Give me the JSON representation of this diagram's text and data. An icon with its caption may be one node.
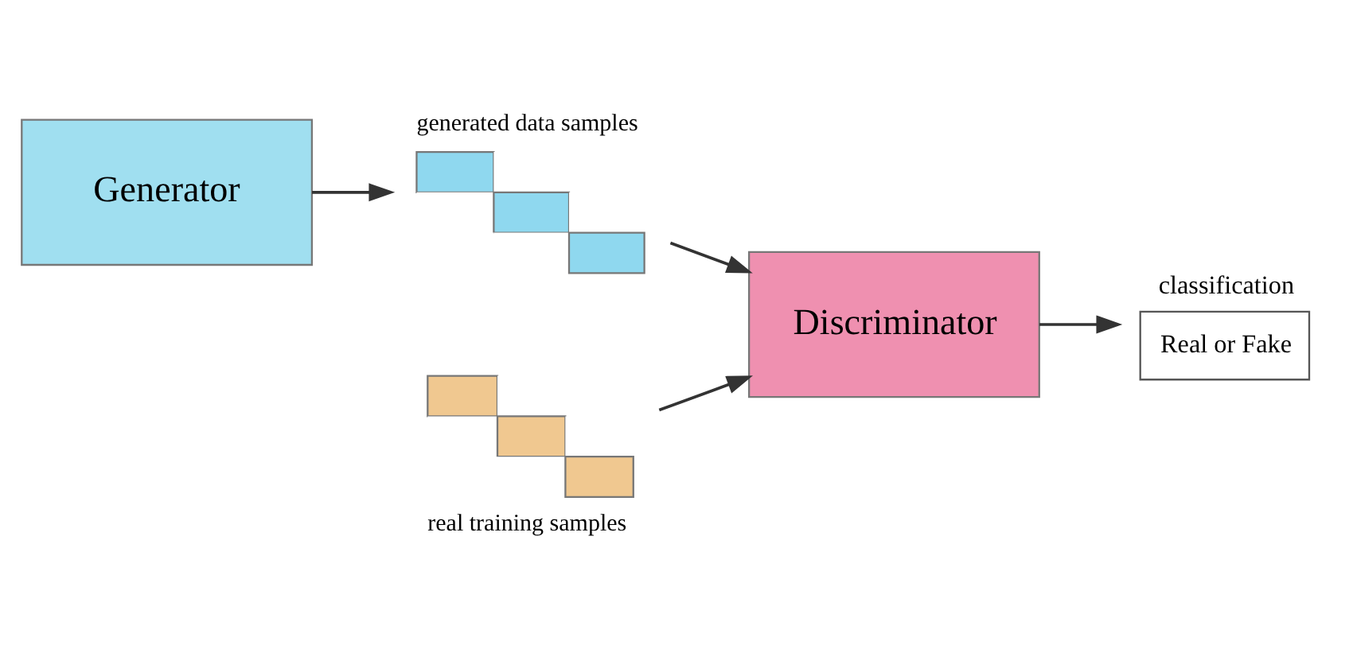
{
  "diagram": {
    "nodes": [
      {
        "text": [
          "Generator"
        ]
      },
      {
        "text": [
          "generated data samples"
        ]
      },
      {
        "text": [
          "real training samples"
        ]
      },
      {
        "text": [
          "Discriminator"
        ]
      },
      {
        "text": [
          "classification",
          "Real or Fake"
        ]
      }
    ],
    "edges": [
      {
        "from": 0,
        "to": 1,
        "arrow": "to"
      },
      {
        "from": 1,
        "to": 3,
        "arrow": "to"
      },
      {
        "from": 2,
        "to": 3,
        "arrow": "to"
      },
      {
        "from": 3,
        "to": 4,
        "arrow": "to"
      }
    ]
  }
}
